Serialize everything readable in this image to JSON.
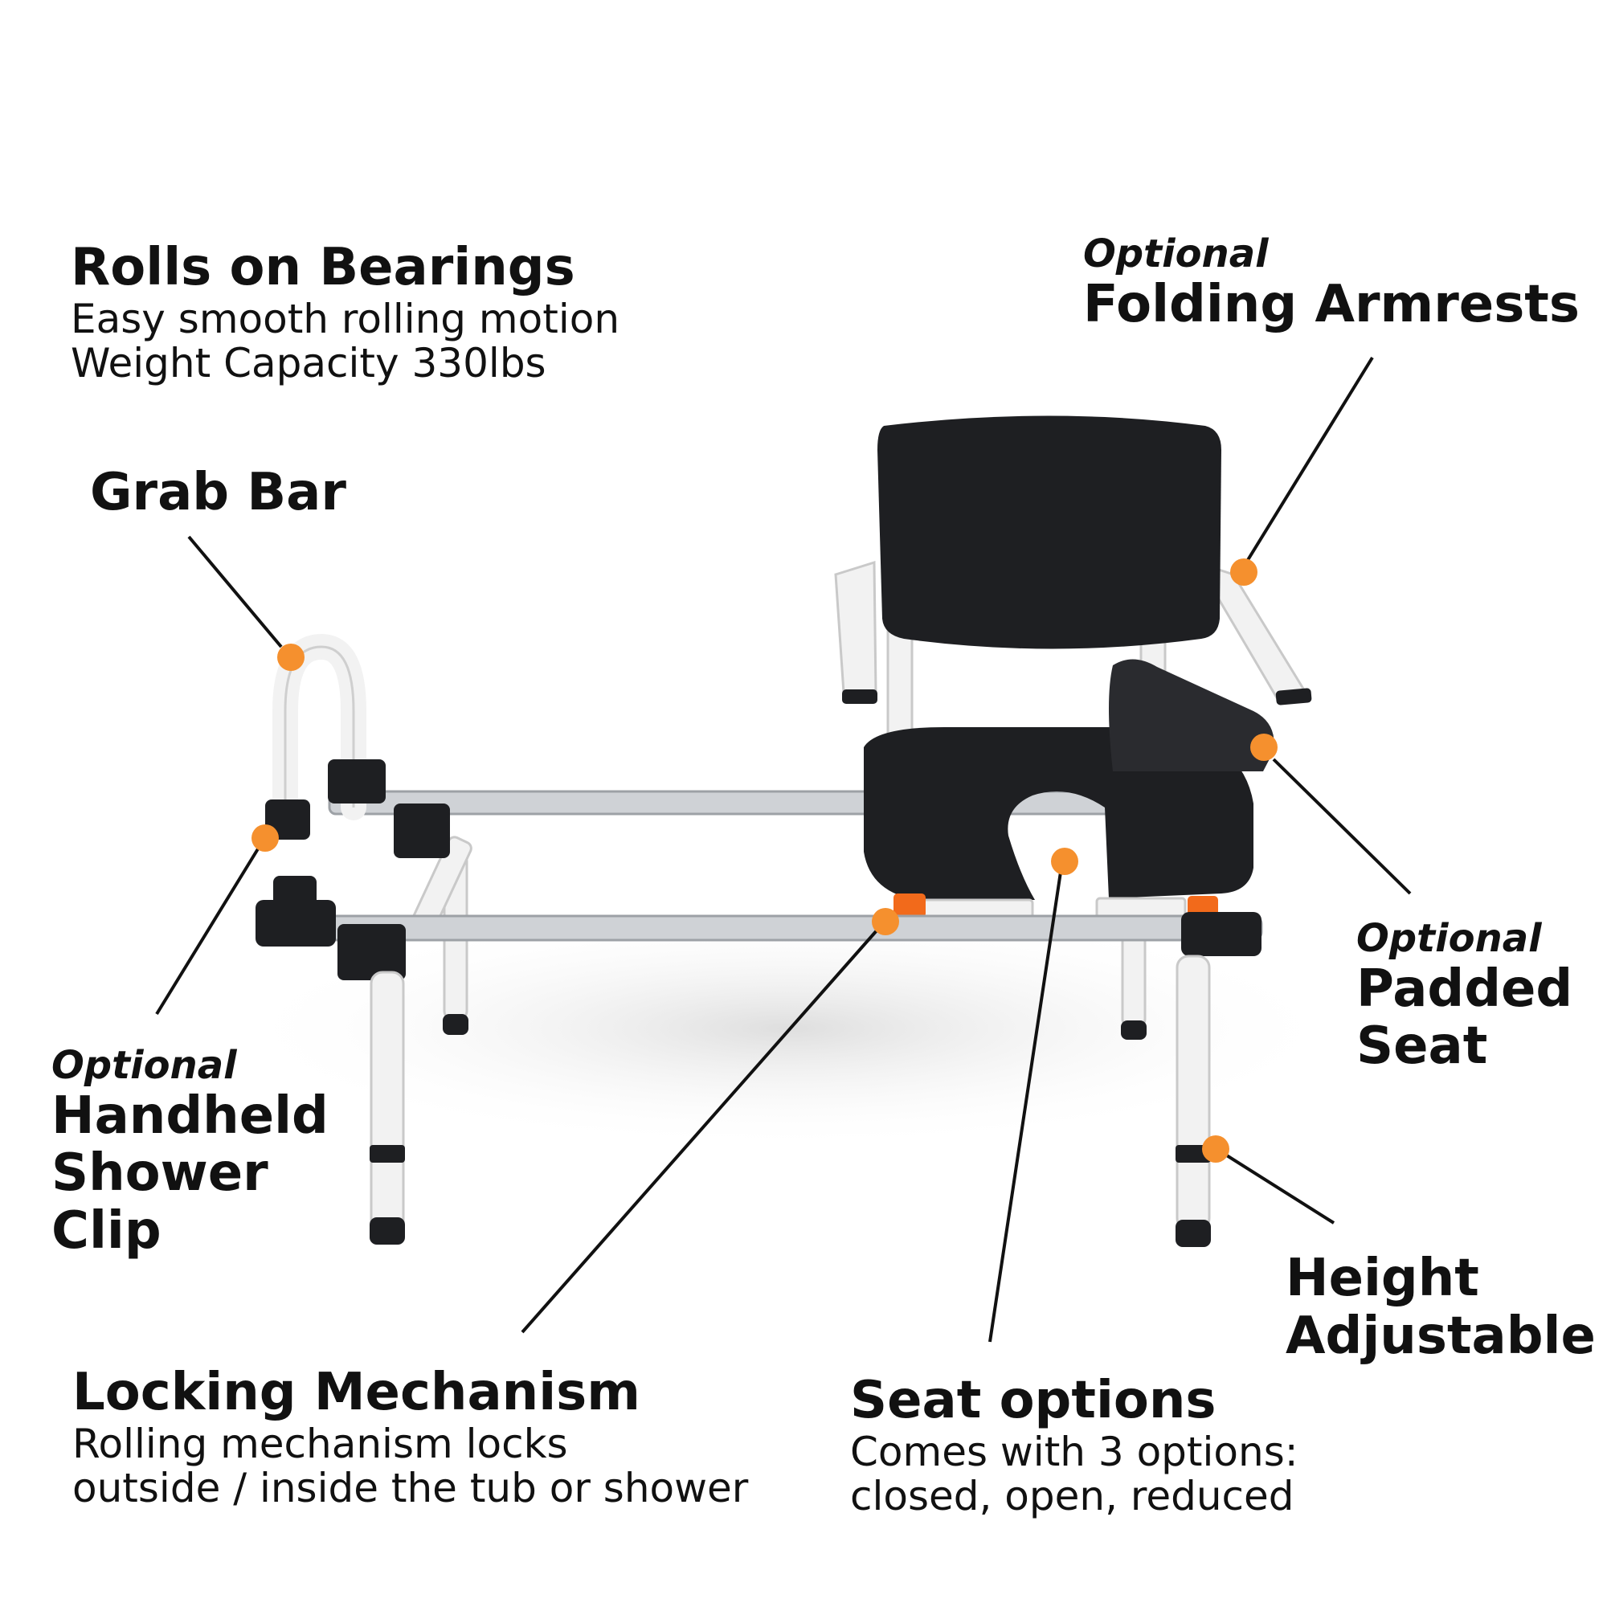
{
  "colors": {
    "accent": "#f5902e",
    "frame": "#f2f2f2",
    "plastic": "#1e1f22",
    "rail": "#cfd2d6",
    "release_lever": "#f26a1b",
    "text": "#111111"
  },
  "labels": {
    "rolls": {
      "title": "Rolls on Bearings",
      "line1": "Easy smooth rolling motion",
      "line2": "Weight Capacity 330lbs"
    },
    "grab_bar": {
      "title": "Grab Bar"
    },
    "armrests": {
      "optional": "Optional",
      "title": "Folding Armrests"
    },
    "padded_seat": {
      "optional": "Optional",
      "line1": "Padded",
      "line2": "Seat"
    },
    "shower_clip": {
      "optional": "Optional",
      "line1": "Handheld",
      "line2": "Shower",
      "line3": "Clip"
    },
    "height": {
      "line1": "Height",
      "line2": "Adjustable"
    },
    "locking": {
      "title": "Locking Mechanism",
      "line1": "Rolling mechanism locks",
      "line2": "outside / inside the tub or shower"
    },
    "seat_options": {
      "title": "Seat options",
      "line1": "Comes with 3 options:",
      "line2": "closed, open, reduced"
    }
  }
}
